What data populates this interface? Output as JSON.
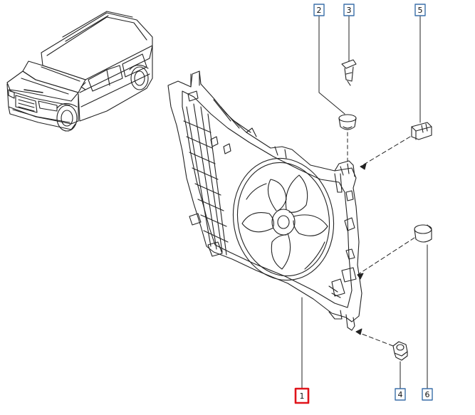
{
  "diagram": {
    "callouts": [
      {
        "id": "1",
        "label": "1",
        "highlighted": true
      },
      {
        "id": "2",
        "label": "2",
        "highlighted": false
      },
      {
        "id": "3",
        "label": "3",
        "highlighted": false
      },
      {
        "id": "4",
        "label": "4",
        "highlighted": false
      },
      {
        "id": "5",
        "label": "5",
        "highlighted": false
      },
      {
        "id": "6",
        "label": "6",
        "highlighted": false
      }
    ],
    "colors": {
      "line": "#222222",
      "callout_border": "#3a6fa8",
      "highlight_border": "#e0131a",
      "callout_text": "#111111",
      "background": "#ffffff"
    }
  }
}
